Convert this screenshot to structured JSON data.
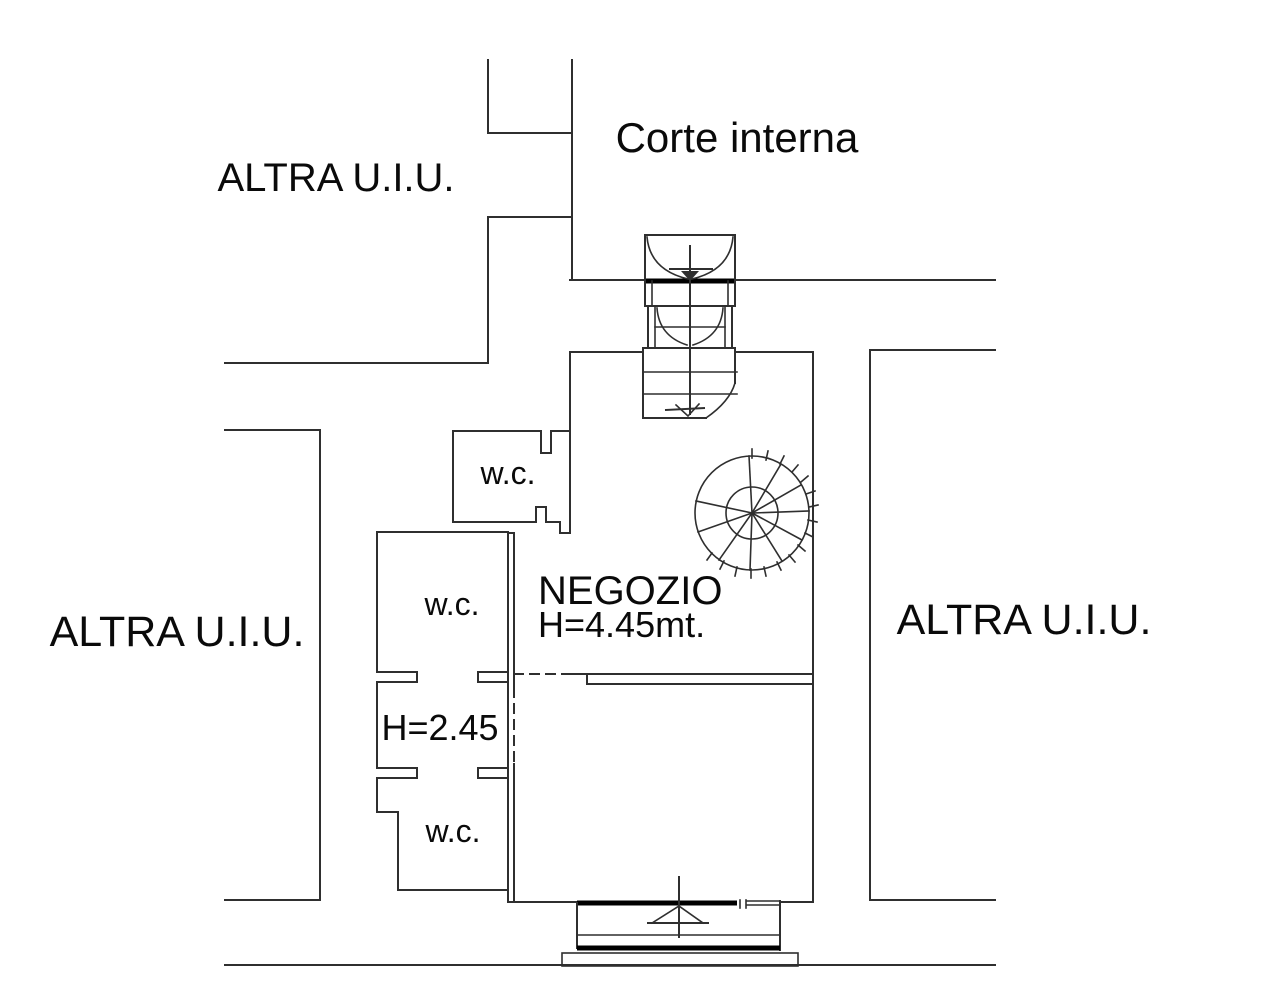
{
  "labels": {
    "corte_interna": "Corte interna",
    "altra_uiu_top_left": "ALTRA U.I.U.",
    "altra_uiu_left": "ALTRA U.I.U.",
    "altra_uiu_right": "ALTRA U.I.U.",
    "negozio": "NEGOZIO",
    "negozio_height": "H=4.45mt.",
    "wc_top": "w.c.",
    "wc_middle": "w.c.",
    "wc_bottom": "w.c.",
    "corridor_height": "H=2.45"
  },
  "colors": {
    "line": "#2f2f2f",
    "thick": "#000000",
    "text": "#0a0a0a",
    "bg": "#ffffff"
  }
}
